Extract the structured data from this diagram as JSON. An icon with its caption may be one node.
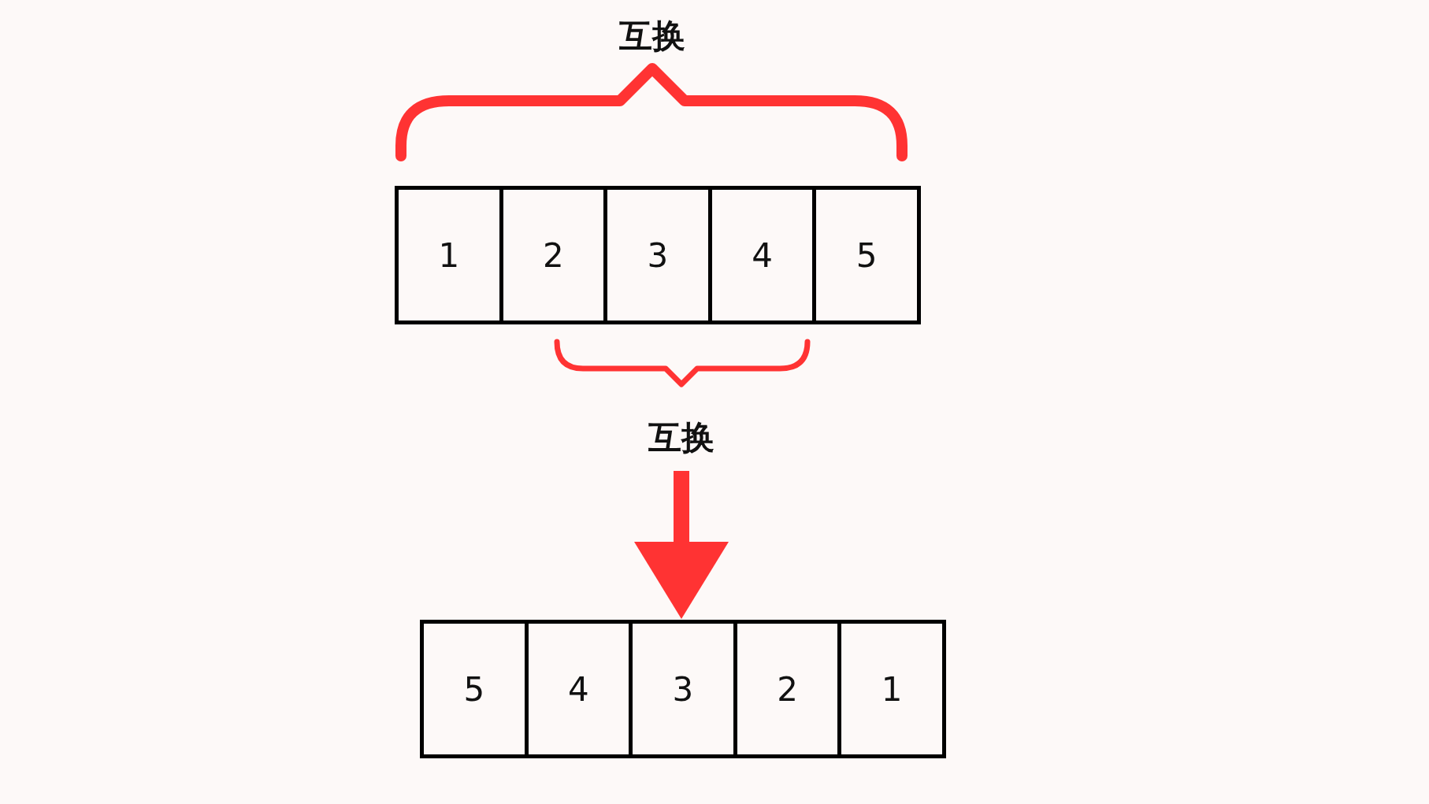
{
  "diagram": {
    "nodes": [
      {
        "text": [],
        "shape": "box"
      },
      {
        "text": [
          "1"
        ],
        "in": 0
      },
      {
        "text": [
          "2"
        ],
        "in": 0
      },
      {
        "text": [
          "3"
        ],
        "in": 0
      },
      {
        "text": [
          "4"
        ],
        "in": 0
      },
      {
        "text": [
          "5"
        ],
        "in": 0
      },
      {
        "text": [],
        "shape": "box"
      },
      {
        "text": [
          "5"
        ],
        "in": 6
      },
      {
        "text": [
          "4"
        ],
        "in": 6
      },
      {
        "text": [
          "3"
        ],
        "in": 6
      },
      {
        "text": [
          "2"
        ],
        "in": 6
      },
      {
        "text": [
          "1"
        ],
        "in": 6
      }
    ],
    "edges": [
      {
        "from": null,
        "to": 6,
        "arrow": "to"
      }
    ],
    "labels": [
      "互换",
      "互换"
    ]
  }
}
